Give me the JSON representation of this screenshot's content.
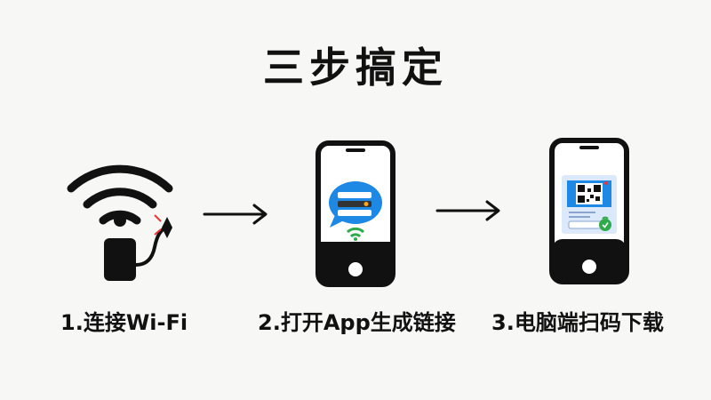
{
  "title": "三步搞定",
  "steps": [
    {
      "label": "1.连接Wi-Fi",
      "icon": "wifi-router-icon"
    },
    {
      "label": "2.打开App生成链接",
      "icon": "phone-app-chat-icon"
    },
    {
      "label": "3.电脑端扫码下载",
      "icon": "phone-qr-code-icon"
    }
  ],
  "arrows": [
    "arrow-right-icon",
    "arrow-right-icon"
  ],
  "colors": {
    "ink": "#111111",
    "accent_blue": "#1e88e5",
    "accent_green": "#2eaa4a",
    "accent_red": "#e53935",
    "background": "#f7f7f5"
  }
}
